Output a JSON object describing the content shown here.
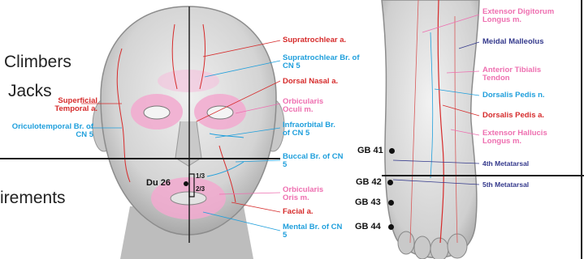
{
  "slide": {
    "text_climbers": "Climbers",
    "text_jacks": "Jacks",
    "text_requirements": "irements"
  },
  "head": {
    "labels_left": {
      "superficial_temporal": "Superficial Temporal a.",
      "auriculotemporal": "Oriculotemporal Br. of CN 5"
    },
    "labels_right": {
      "supratrochlear_a": "Supratrochlear a.",
      "supratrochlear_br": "Supratrochlear Br. of CN 5",
      "dorsal_nasal": "Dorsal Nasal a.",
      "orbicularis_oculi": "Orbicularis Oculi m.",
      "infraorbital": "Infraorbital Br. of CN 5",
      "buccal": "Buccal Br. of CN 5",
      "orbicularis_oris": "Orbicularis Oris m.",
      "facial": "Facial a.",
      "mental": "Mental Br. of CN 5"
    },
    "point": {
      "label": "Du 26",
      "upper_frac": "1/3",
      "lower_frac": "2/3"
    }
  },
  "foot": {
    "labels": {
      "ext_digitorum": "Extensor Digitorum Longus m.",
      "medial_malleolus": "Meidal Malleolus",
      "anterior_tibialis": "Anterior Tibialis Tendon",
      "dorsalis_pedis_n": "Dorsalis Pedis n.",
      "dorsalis_pedis_a": "Dorsalis Pedis a.",
      "ext_hallucis": "Extensor Hallucis Longus m.",
      "metatarsal_4": "4th Metatarsal",
      "metatarsal_5": "5th Metatarsal"
    },
    "points": [
      "GB 41",
      "GB 42",
      "GB 43",
      "GB 44"
    ]
  },
  "colors": {
    "artery": "#d62b2b",
    "nerve": "#1f9fdc",
    "muscle": "#ee6fb0",
    "bone": "#34398c"
  }
}
